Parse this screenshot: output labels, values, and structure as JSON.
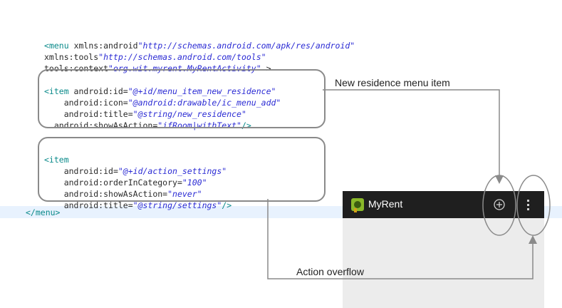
{
  "code": {
    "menu_open": {
      "tag": "menu",
      "attrs": [
        {
          "name": "xmlns:android",
          "value": "\"http://schemas.android.com/apk/res/android\""
        },
        {
          "name": "xmlns:tools",
          "value": "\"http://schemas.android.com/tools\""
        },
        {
          "name": "tools:context",
          "value": "\"org.wit.myrent.MyRentActivity\""
        }
      ],
      "close": " >"
    },
    "item1": {
      "lines": [
        {
          "prefix": "<item ",
          "name": "android:id=",
          "value": "\"@+id/menu_item_new_residence\"",
          "suffix": ""
        },
        {
          "prefix": "",
          "name": "android:icon=",
          "value": "\"@android:drawable/ic_menu_add\"",
          "suffix": ""
        },
        {
          "prefix": "",
          "name": "android:title=",
          "value": "\"@string/new_residence\"",
          "suffix": ""
        },
        {
          "prefix": "",
          "name": "android:showAsAction=",
          "value": "\"ifRoom|withText\"",
          "suffix": "/>"
        }
      ]
    },
    "item2": {
      "open": "<item",
      "lines": [
        {
          "name": "android:id=",
          "value": "\"@+id/action_settings\"",
          "suffix": ""
        },
        {
          "name": "android:orderInCategory=",
          "value": "\"100\"",
          "suffix": ""
        },
        {
          "name": "android:showAsAction=",
          "value": "\"never\"",
          "suffix": ""
        },
        {
          "name": "android:title=",
          "value": "\"@string/settings\"",
          "suffix": "/>"
        }
      ]
    },
    "menu_close": "</menu>"
  },
  "annotations": {
    "new_residence": "New residence menu item",
    "action_overflow": "Action overflow"
  },
  "app_preview": {
    "title": "MyRent",
    "add_icon": "plus-circle-icon",
    "overflow_icon": "vertical-dots-icon",
    "app_icon": "android-icon"
  },
  "colors": {
    "tag": "#0a8a8a",
    "string": "#2b2bd4",
    "actionbar": "#1f1f1f",
    "line_highlight": "#e8f2fe",
    "connector": "#8a8a8a"
  }
}
